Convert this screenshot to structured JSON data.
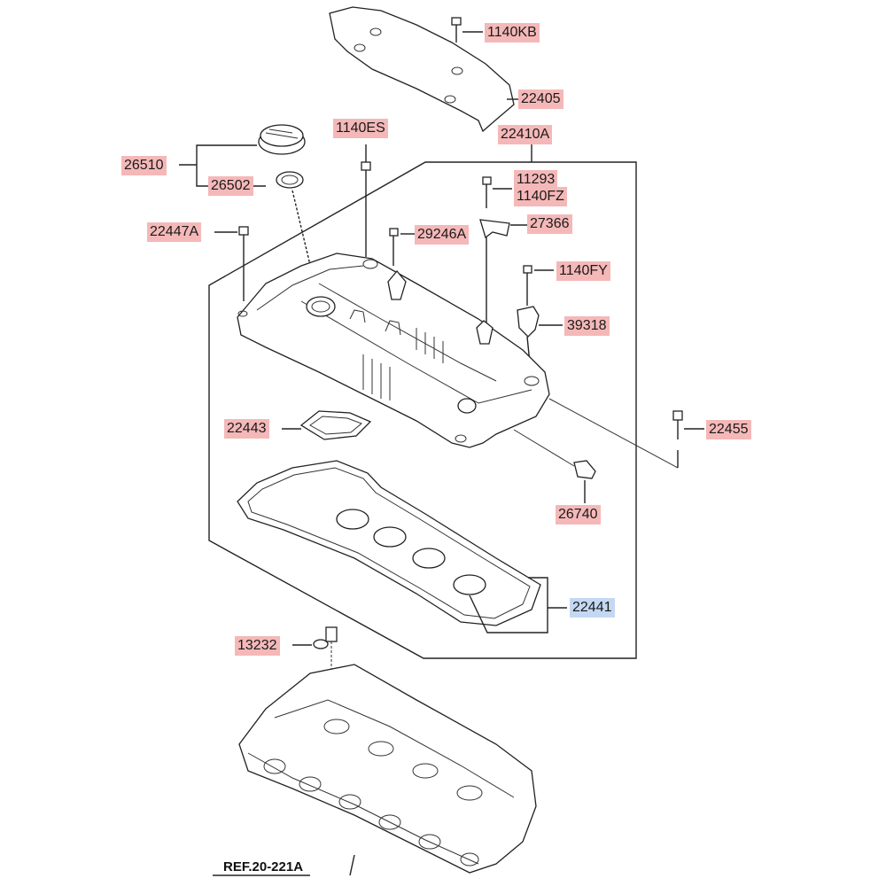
{
  "labels": {
    "p1140KB": "1140KB",
    "p22405": "22405",
    "p1140ES": "1140ES",
    "p22410A": "22410A",
    "p26510": "26510",
    "p26502": "26502",
    "p11293": "11293",
    "p1140FZ": "1140FZ",
    "p22447A": "22447A",
    "p29246A": "29246A",
    "p27366": "27366",
    "p1140FY": "1140FY",
    "p39318": "39318",
    "p22443": "22443",
    "p22455": "22455",
    "p26740": "26740",
    "p22441": "22441",
    "p13232": "13232"
  },
  "reference": "REF.20-221A",
  "colors": {
    "label_highlight": "#f5b8b8",
    "label_selected": "#c4d8f2",
    "line": "#222222"
  }
}
